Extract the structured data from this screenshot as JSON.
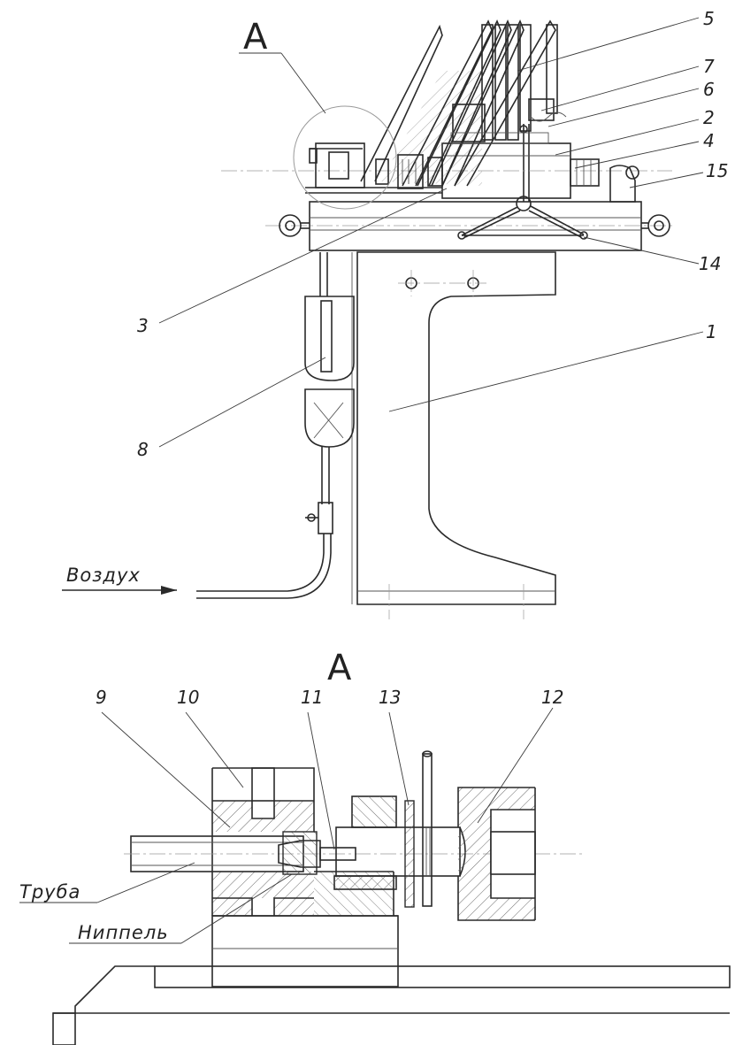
{
  "views": {
    "main_title": "",
    "detail_title": "A",
    "detail_marker": "A"
  },
  "labels": {
    "l1": "1",
    "l2": "2",
    "l3": "3",
    "l4": "4",
    "l5": "5",
    "l6": "6",
    "l7": "7",
    "l8": "8",
    "l9": "9",
    "l10": "10",
    "l11": "11",
    "l12": "12",
    "l13": "13",
    "l14": "14",
    "l15": "15"
  },
  "annotations": {
    "air": "Воздух",
    "pipe": "Труба",
    "nipple": "Ниппель"
  }
}
